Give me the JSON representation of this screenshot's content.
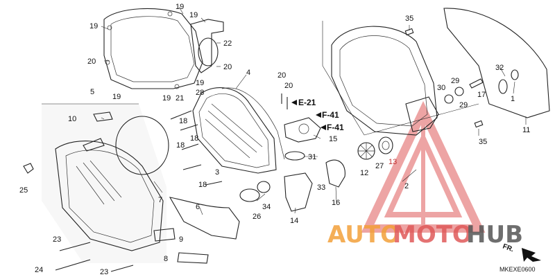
{
  "diagram": {
    "part_numbers": {
      "p1": "1",
      "p2": "2",
      "p3": "3",
      "p4": "4",
      "p5": "5",
      "p6": "6",
      "p7": "7",
      "p8": "8",
      "p9": "9",
      "p10": "10",
      "p11": "11",
      "p12": "12",
      "p13": "13",
      "p14": "14",
      "p15": "15",
      "p16": "16",
      "p17": "17",
      "p18a": "18",
      "p18b": "18",
      "p18c": "18",
      "p19a": "19",
      "p19b": "19",
      "p19c": "19",
      "p19d": "19",
      "p19e": "19",
      "p19f": "19",
      "p20a": "20",
      "p20b": "20",
      "p20c": "20",
      "p20d": "20",
      "p21": "21",
      "p22": "22",
      "p23a": "23",
      "p23b": "23",
      "p24": "24",
      "p25": "25",
      "p26": "26",
      "p27": "27",
      "p28": "28",
      "p29a": "29",
      "p29b": "29",
      "p30": "30",
      "p31": "31",
      "p32": "32",
      "p33": "33",
      "p34": "34",
      "p35a": "35",
      "p35b": "35"
    },
    "references": {
      "e21": "E-21",
      "f41a": "F-41",
      "f41b": "F-41"
    },
    "direction_label": "FR.",
    "diagram_code": "MKEXE0600"
  },
  "watermark": {
    "text_auto": "AUTO",
    "text_moto": "MOTO",
    "text_hub": "HUB",
    "color_orange": "#f3a03a",
    "color_red": "#e05a5a",
    "color_dark": "#555555"
  }
}
